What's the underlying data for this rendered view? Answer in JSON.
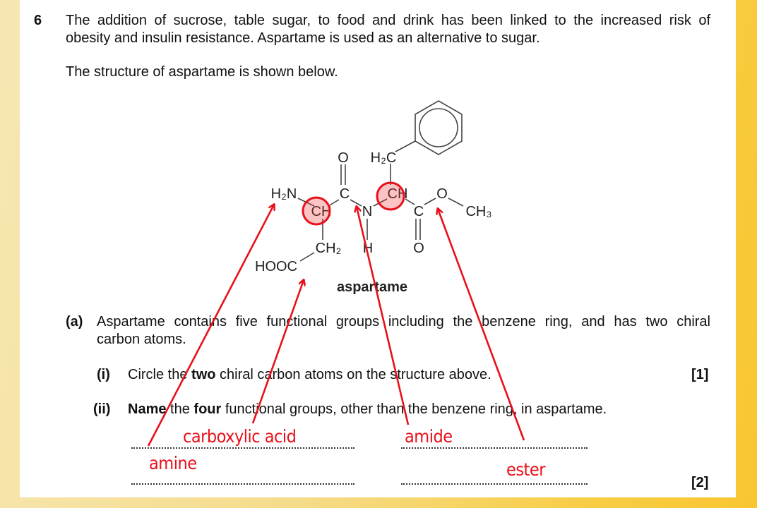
{
  "question": {
    "number": "6",
    "intro_line1": "The addition of sucrose, table sugar, to food and drink has been linked to the increased risk of",
    "intro_line2": "obesity and insulin resistance. Aspartame is used as an alternative to sugar.",
    "structure_intro": "The structure of aspartame is shown below."
  },
  "molecule": {
    "name": "aspartame",
    "labels": {
      "o_top": "O",
      "h2c": "H₂C",
      "h2n": "H₂N",
      "ch_left": "CH",
      "c_carbonyl": "C",
      "n": "N",
      "ch_right": "CH",
      "c_ester": "C",
      "o_ester": "O",
      "ch3": "CH₃",
      "h_amide": "H",
      "o_bottom": "O",
      "ch2": "CH₂",
      "hooc": "HOOC"
    }
  },
  "part_a": {
    "label": "(a)",
    "line1": "Aspartame contains five functional groups including the benzene ring, and has two chiral",
    "line2": "carbon atoms.",
    "i": {
      "label": "(i)",
      "pre": "Circle the ",
      "bold": "two",
      "post": " chiral carbon atoms on the structure above.",
      "marks": "[1]"
    },
    "ii": {
      "label": "(ii)",
      "bold1": "Name",
      "mid": " the ",
      "bold2": "four",
      "post": " functional groups, other than the benzene ring, in aspartame.",
      "marks": "[2]"
    }
  },
  "annotations": {
    "answers": [
      "carboxylic acid",
      "amide",
      "amine",
      "ester"
    ],
    "color": "#e8101a"
  }
}
